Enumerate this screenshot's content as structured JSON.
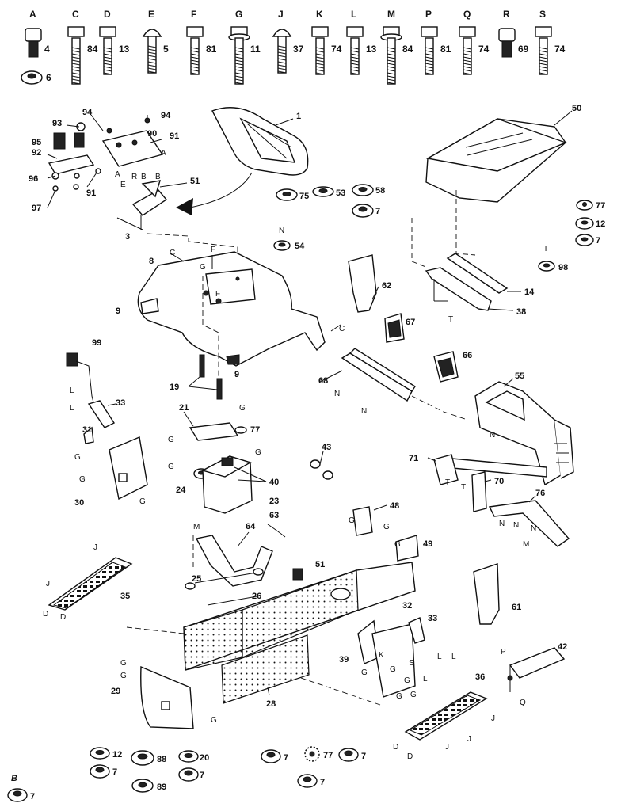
{
  "hardware_row": [
    {
      "letter": "A",
      "qty": "4",
      "type": "shoulder-bolt"
    },
    {
      "letter": "C",
      "qty": "84",
      "type": "hex-bolt"
    },
    {
      "letter": "D",
      "qty": "13",
      "type": "hex-bolt"
    },
    {
      "letter": "E",
      "qty": "5",
      "type": "carriage-bolt"
    },
    {
      "letter": "F",
      "qty": "81",
      "type": "hex-bolt"
    },
    {
      "letter": "G",
      "qty": "11",
      "type": "flange-bolt"
    },
    {
      "letter": "J",
      "qty": "37",
      "type": "carriage-bolt"
    },
    {
      "letter": "K",
      "qty": "74",
      "type": "hex-bolt"
    },
    {
      "letter": "L",
      "qty": "13",
      "type": "hex-bolt"
    },
    {
      "letter": "M",
      "qty": "84",
      "type": "flange-bolt"
    },
    {
      "letter": "P",
      "qty": "81",
      "type": "hex-bolt"
    },
    {
      "letter": "Q",
      "qty": "74",
      "type": "hex-bolt"
    },
    {
      "letter": "R",
      "qty": "69",
      "type": "shoulder-bolt"
    },
    {
      "letter": "S",
      "qty": "74",
      "type": "hex-bolt"
    }
  ],
  "nut_top_left": "6",
  "callouts": {
    "seat": "1",
    "pan_hinge": "3",
    "seat_bracket": "51",
    "bracket_num": "90",
    "bracket_91": "91",
    "bolt_94a": "94",
    "bolt_94b": "94",
    "spring_93": "93",
    "spring_95": "95",
    "plate_92": "92",
    "nut_96": "96",
    "washer_97": "97",
    "clip_91b": "91",
    "hood": "50",
    "fender": "8",
    "fender_left": "9",
    "fender_right": "9",
    "bumper_bar": "14",
    "bracket_38": "38",
    "panel_62": "62",
    "bushing_67": "67",
    "bushing_66": "66",
    "bar_68": "68",
    "grille_55": "55",
    "strut_71": "71",
    "bracket_70": "70",
    "brace_76": "76",
    "springs_19": "19",
    "bracket_21": "21",
    "washer_77": "77",
    "nut_24": "24",
    "tank_23": "23",
    "caps_40": "40",
    "nuts_43": "43",
    "rod_63": "63",
    "bracket_64": "64",
    "bar_25": "25",
    "rod_26": "26",
    "nut_51": "51",
    "bracket_48": "48",
    "bracket_49": "49",
    "spring_99": "99",
    "link_33a": "33",
    "link_31": "31",
    "side_30": "30",
    "footrest_35": "35",
    "plate_29": "29",
    "frame_28": "28",
    "side_39": "39",
    "bracket_32": "32",
    "link_33b": "33",
    "footrest_36": "36",
    "guard_61": "61",
    "hitch_42": "42",
    "cable_26": "26"
  },
  "loose_hardware": {
    "w75": "75",
    "w53": "53",
    "w58": "58",
    "n7a": "7",
    "n54": "54",
    "n98": "98",
    "w77r": "77",
    "w12r": "12",
    "n7r": "7",
    "b_w12": "12",
    "b_n7a": "7",
    "b_w88": "88",
    "b_w89": "89",
    "b_w20": "20",
    "b_n7b": "7",
    "b_n7c": "7",
    "b_w77": "77",
    "b_n7d": "7",
    "b_n7e": "7",
    "b_n7f": "7"
  },
  "letters": {
    "N": "N",
    "T": "T",
    "B": "B",
    "A": "A",
    "C": "C",
    "E": "E",
    "F": "F",
    "G": "G",
    "J": "J",
    "D": "D",
    "L": "L",
    "K": "K",
    "M": "M",
    "S": "S",
    "P": "P",
    "Q": "Q",
    "R": "R"
  }
}
